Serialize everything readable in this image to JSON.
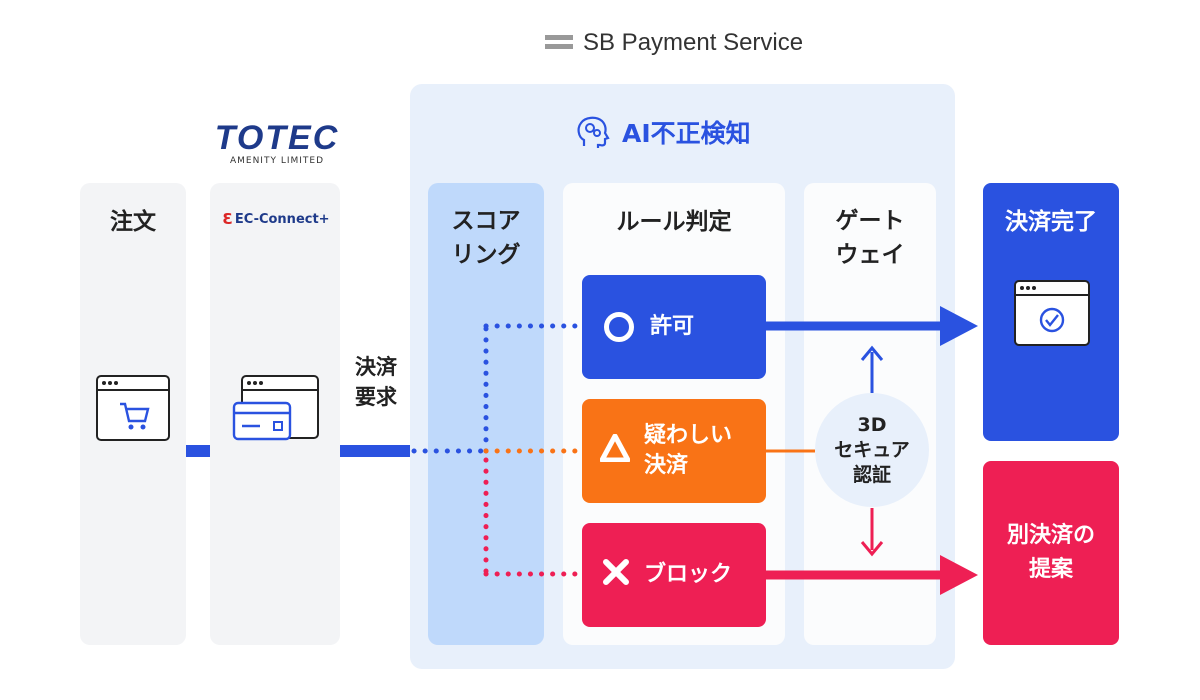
{
  "header": {
    "brand": "SB Payment Service"
  },
  "partner_logo": {
    "name": "TOTEC",
    "sub": "AMENITY LIMITED"
  },
  "ec_logo": {
    "label": "EC-Connect+"
  },
  "ai_panel": {
    "title": "AI不正検知"
  },
  "columns": {
    "order": "注文",
    "scoring": "スコア\nリング",
    "rule": "ルール判定",
    "gateway": "ゲート\nウェイ"
  },
  "request_label": "決済\n要求",
  "decisions": {
    "allow": "許可",
    "suspicious": "疑わしい\n決済",
    "block": "ブロック"
  },
  "secure": "3D\nセキュア\n認証",
  "results": {
    "complete": "決済完了",
    "alternative": "別決済の\n提案"
  },
  "colors": {
    "blue": "#2a52e0",
    "orange": "#f97316",
    "red": "#ee1f54",
    "panel": "#e8f0fb",
    "scoring": "#bfd9fb"
  }
}
